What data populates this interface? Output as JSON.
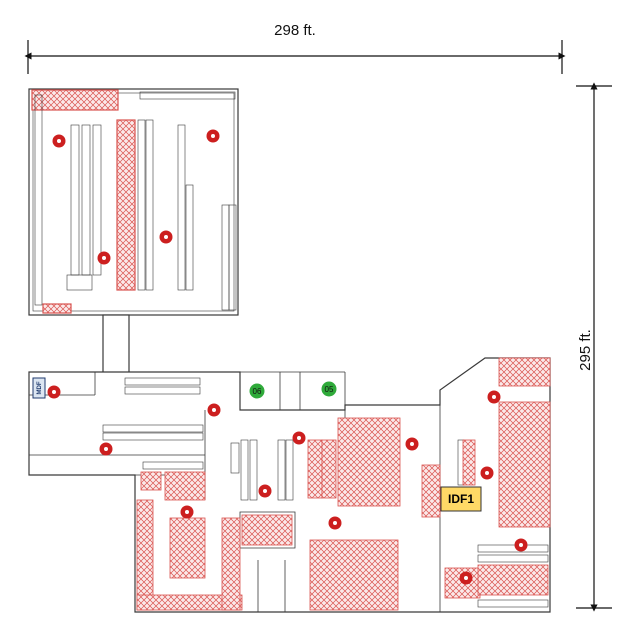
{
  "dimensions": {
    "width_label": "298 ft.",
    "height_label": "295 ft."
  },
  "rooms": {
    "mdf": "MDF",
    "idf1": "IDF1"
  },
  "access_points": {
    "green": [
      {
        "label": "06"
      },
      {
        "label": "05"
      }
    ]
  },
  "colors": {
    "wall": "#3a3a3a",
    "hatch": "#d9534f",
    "ap_red": "#cc1f1f",
    "ap_green": "#2faa3a",
    "idf_fill": "#ffd966"
  }
}
